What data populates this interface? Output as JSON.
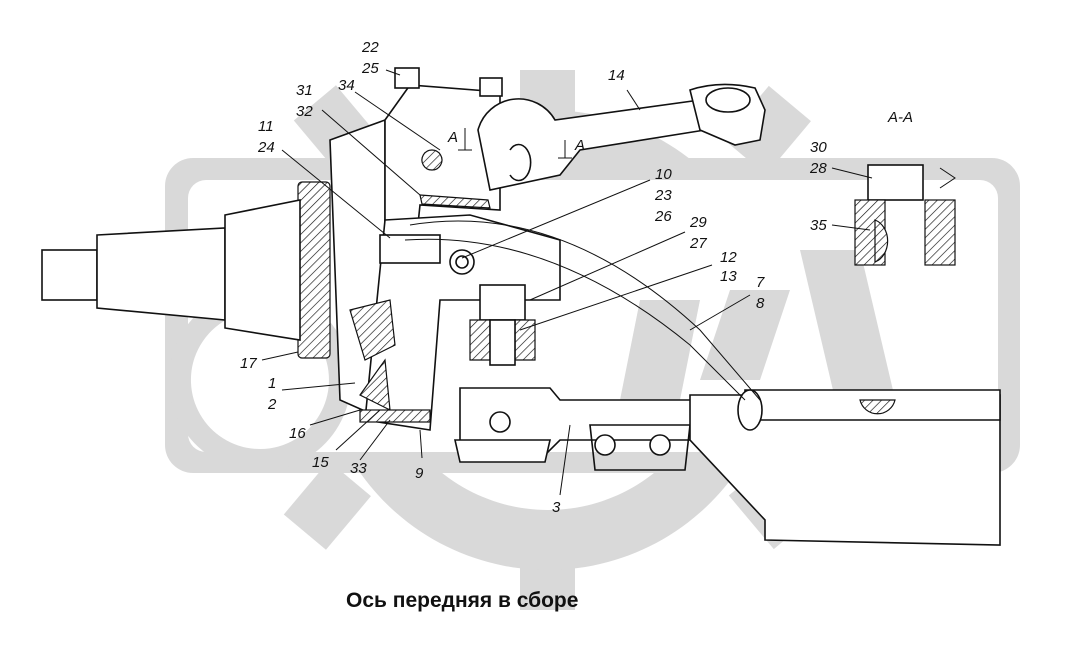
{
  "caption": "Ось передняя в сборе",
  "section_label": "А-А",
  "section_marker": "А",
  "watermark": "GAEX",
  "colors": {
    "background": "#ffffff",
    "watermark": "#d9d9d9",
    "line": "#111111"
  },
  "callouts": {
    "n22": "22",
    "n25": "25",
    "n31": "31",
    "n34": "34",
    "n32": "32",
    "n14": "14",
    "n11": "11",
    "n24": "24",
    "n10": "10",
    "n23": "23",
    "n26": "26",
    "n29": "29",
    "n27": "27",
    "n30": "30",
    "n28": "28",
    "n35": "35",
    "n12": "12",
    "n13": "13",
    "n7": "7",
    "n8": "8",
    "n17": "17",
    "n1": "1",
    "n2": "2",
    "n16": "16",
    "n15": "15",
    "n33": "33",
    "n9": "9",
    "n3": "3"
  }
}
